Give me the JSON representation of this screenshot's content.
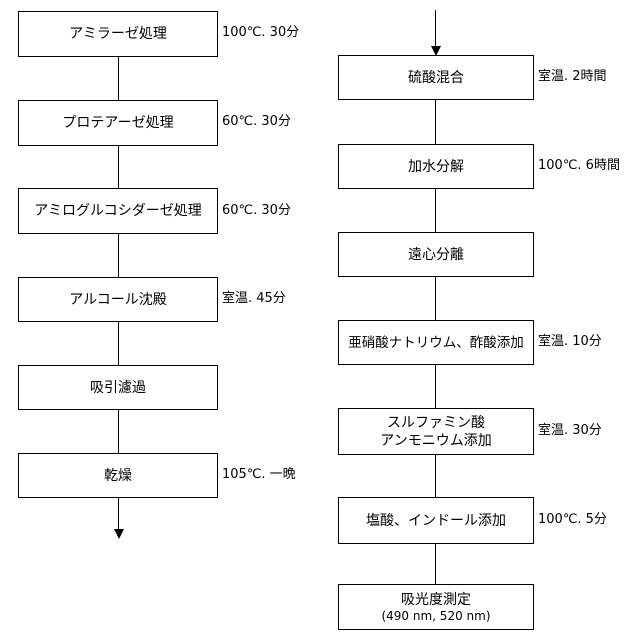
{
  "left_column": [
    {
      "label": "アミラーゼ処理",
      "condition": "100℃. 30分"
    },
    {
      "label": "プロテアーゼ処理",
      "condition": "60℃. 30分"
    },
    {
      "label": "アミログルコシダーゼ処理",
      "condition": "60℃. 30分"
    },
    {
      "label": "アルコール沈殿",
      "condition": "室温. 45分"
    },
    {
      "label": "吸引濾過",
      "condition": ""
    },
    {
      "label": "乾燥",
      "condition": "105℃. 一晩"
    }
  ],
  "right_column": [
    {
      "label": "硫酸混合",
      "condition": "室温. 2時間"
    },
    {
      "label": "加水分解",
      "condition": "100℃. 6時間"
    },
    {
      "label": "遠心分離",
      "condition": ""
    },
    {
      "label": "亜硝酸ナトリウム、酢酸添加",
      "condition": "室温. 10分"
    },
    {
      "label_line1": "スルファミン酸",
      "label_line2": "アンモニウム添加",
      "condition": "室温. 30分"
    },
    {
      "label": "塩酸、インドール添加",
      "condition": "100℃. 5分"
    },
    {
      "label_line1": "吸光度測定",
      "label_line2": "(490 nm, 520 nm)",
      "condition": ""
    }
  ]
}
